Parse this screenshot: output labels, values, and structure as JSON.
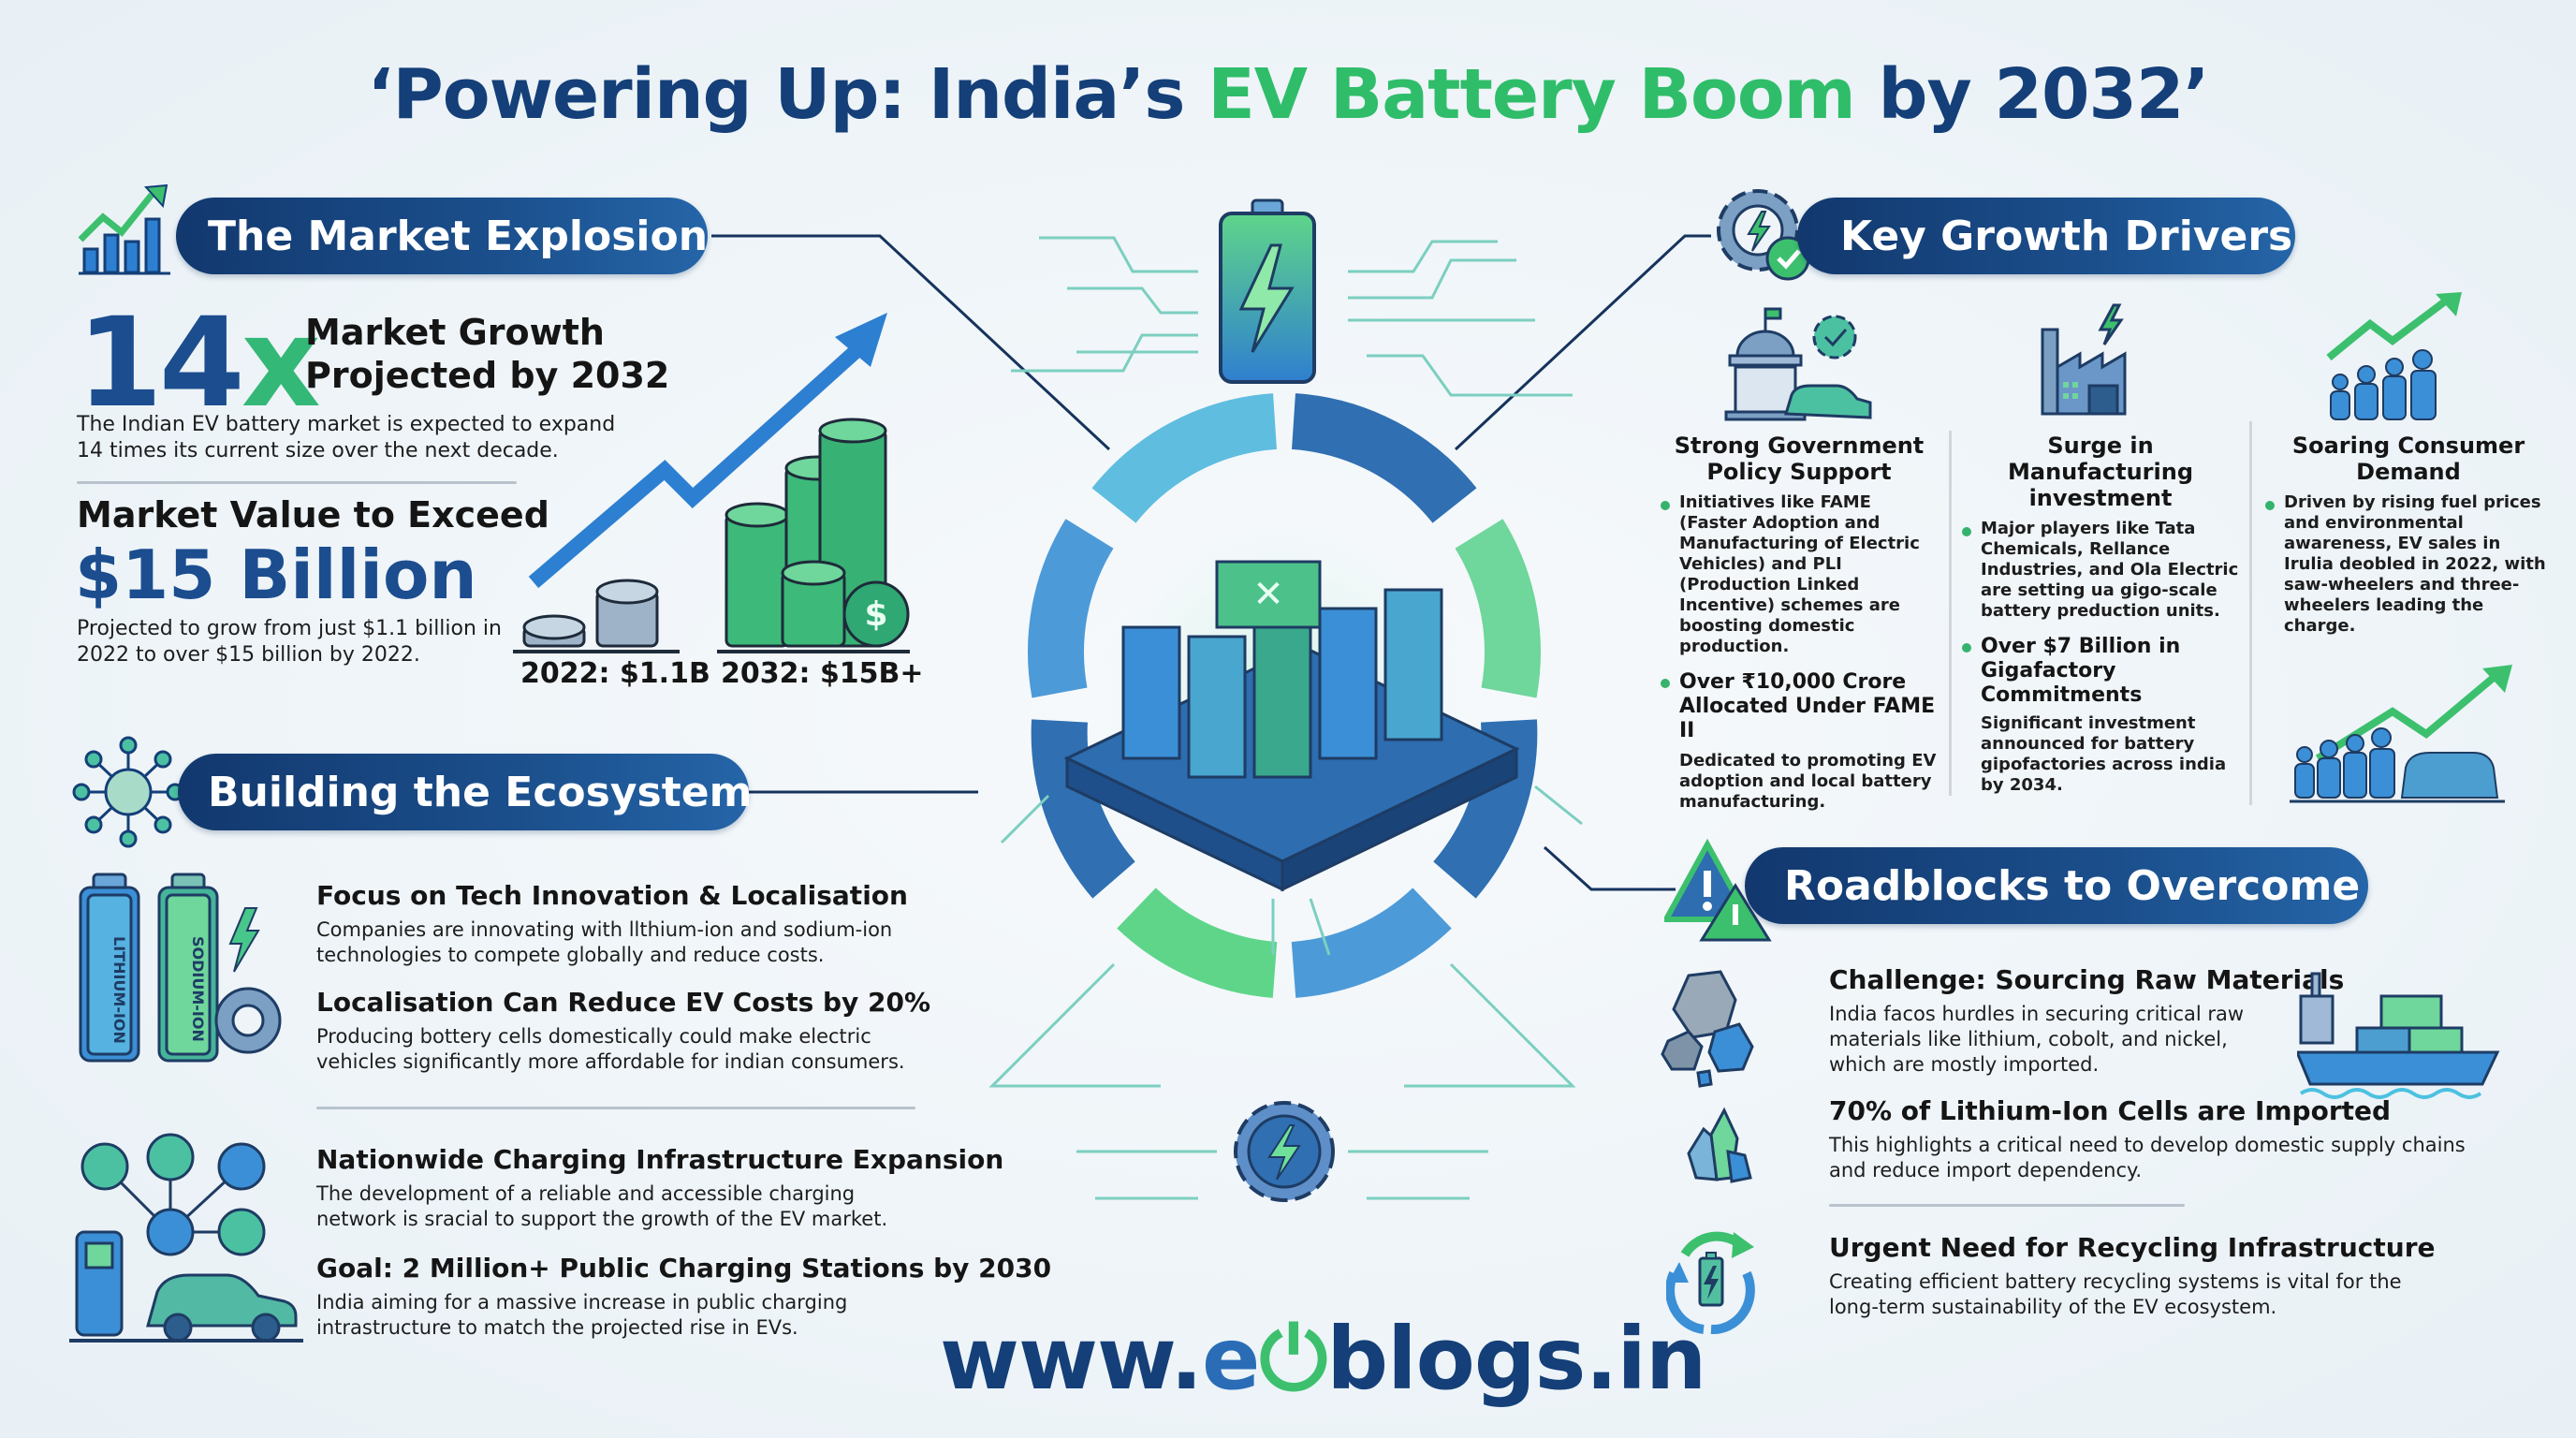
{
  "title": {
    "prefix": "‘Powering Up: India’s ",
    "highlight": "EV Battery Boom",
    "suffix": " by 2032’"
  },
  "colors": {
    "navy": "#143f78",
    "green": "#2fbd6a",
    "banner_dark": "#12386e",
    "banner_light": "#2565a8",
    "accent_blue": "#2a6db6"
  },
  "market": {
    "banner": "The Market Explosion",
    "icon": "growth-chart-icon",
    "big_number": "14",
    "big_x": "x",
    "growth_line1": "Market Growth",
    "growth_line2": "Projected by 2032",
    "growth_desc1": "The Indian EV battery market is expected to expand",
    "growth_desc2": "14 times its current size over the next decade.",
    "value_heading": "Market Value to Exceed",
    "value_big": "$15 Billion",
    "value_desc1": "Projected to grow from just $1.1 billion in",
    "value_desc2": "2022 to over $15 billion by 2022.",
    "coin_label_2022": "2022: $1.1B",
    "coin_label_2032": "2032: $15B+"
  },
  "ecosystem": {
    "banner": "Building the Ecosystem",
    "icon": "network-hub-icon",
    "item1_title": "Focus on Tech Innovation & Localisation",
    "item1_desc1": "Companies are innovating with llthium-ion and sodium-ion",
    "item1_desc2": "technologies to compete globally and reduce costs.",
    "item2_title": "Localisation Can Reduce EV Costs by 20%",
    "item2_desc1": "Producing bottery cells domestically could make electric",
    "item2_desc2": "vehicles significantly more affordable for indian consumers.",
    "item3_title": "Nationwide Charging Infrastructure Expansion",
    "item3_desc1": "The development of a reliable and accessible charging",
    "item3_desc2": "network is sracial to support the growth of the EV market.",
    "item4_title": "Goal: 2 Million+ Public Charging Stations by 2030",
    "item4_desc1": "India aiming for a massive increase in public charging",
    "item4_desc2": "intrastructure to match the projected rise in EVs.",
    "battery_label_1": "LITHIUM-ION",
    "battery_label_2": "SODIUM-ION"
  },
  "drivers": {
    "banner": "Key Growth Drivers",
    "icon": "gear-check-icon",
    "col1": {
      "title1": "Strong Government",
      "title2": "Policy Support",
      "bullet1": "Initiatives like FAME (Faster Adoption and Manufacturing of Electric Vehicles) and PLI (Production Linked Incentive) schemes are boosting domestic production.",
      "bullet2_title": "Over ₹10,000 Crore Allocated Under FAME II",
      "bullet2_desc": "Dedicated to promoting EV adoption and local battery manufacturing."
    },
    "col2": {
      "title1": "Surge in Manufacturing",
      "title2": "investment",
      "bullet1": "Major players like Tata Chemicals, Rellance Industries, and Ola Electric are setting ua gigo-scale battery preduction units.",
      "bullet2_title": "Over $7 Billion in Gigafactory Commitments",
      "bullet2_desc": "Significant investment announced for battery gipofactories across india by 2034."
    },
    "col3": {
      "title1": "Soaring Consumer",
      "title2": "Demand",
      "bullet1": "Driven by rising fuel prices and environmental awareness, EV sales in Irulia deobled in 2022, with saw-wheelers and three-wheelers leading the charge."
    }
  },
  "roadblocks": {
    "banner": "Roadblocks to Overcome",
    "icon": "warning-triangle-icon",
    "item1_title": "Challenge: Sourcing Raw Materials",
    "item1_desc1": "India facos hurdles in securing critical raw",
    "item1_desc2": "materials like lithium, cobolt, and nickel,",
    "item1_desc3": "which are mostly imported.",
    "item2_title": "70% of Lithium-Ion Cells are Imported",
    "item2_desc1": "This highlights a critical need to develop domestic supply chains",
    "item2_desc2": "and reduce import dependency.",
    "item3_title": "Urgent Need for Recycling Infrastructure",
    "item3_desc1": "Creating efficient battery recycling systems is vital for the",
    "item3_desc2": "long-term sustainability of the EV ecosystem."
  },
  "footer": {
    "url_prefix": "www.",
    "url_e": "e",
    "url_suffix": "blogs.in"
  }
}
